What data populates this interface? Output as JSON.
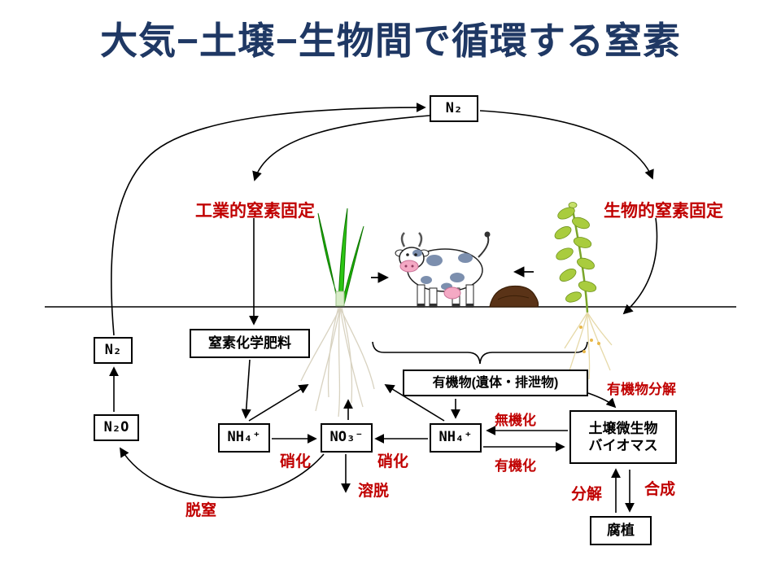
{
  "title": "大気−土壌−生物間で循環する窒素",
  "colors": {
    "title_navy": "#1f3864",
    "process_label_red": "#c00000",
    "box_border": "#000000",
    "plant_green": "#1db400",
    "legume_green": "#a9cc3e",
    "cow_spot_blue": "#7c8fae",
    "manure_brown": "#5a3317"
  },
  "boxes": {
    "n2_top": "N₂",
    "n2_left": "N₂",
    "n2o": "N₂O",
    "fertilizer": "窒素化学肥料",
    "nh4_a": "NH₄⁺",
    "no3": "NO₃⁻",
    "nh4_b": "NH₄⁺",
    "organic": "有機物(遺体・排泄物)",
    "microbes_line1": "土壌微生物",
    "microbes_line2": "バイオマス",
    "humus": "腐植"
  },
  "labels": {
    "industrial_fixation": "工業的窒素固定",
    "biological_fixation": "生物的窒素固定",
    "nitrification_1": "硝化",
    "nitrification_2": "硝化",
    "leaching": "溶脱",
    "denitrification": "脱窒",
    "mineralization": "無機化",
    "immobilization": "有機化",
    "organic_decomposition": "有機物分解",
    "decomposition": "分解",
    "synthesis": "合成"
  }
}
